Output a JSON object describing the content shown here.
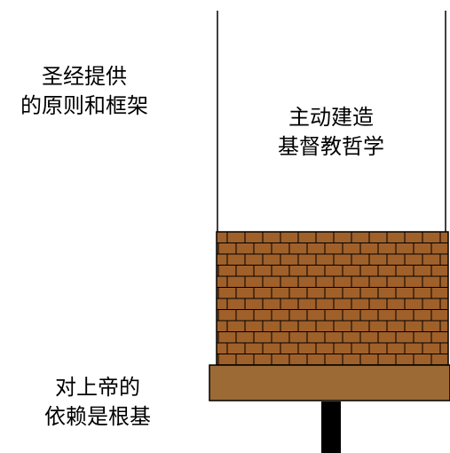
{
  "labels": {
    "scripture": {
      "line1": "圣经提供",
      "line2": "的原则和框架"
    },
    "building": {
      "line1": "主动建造",
      "line2": "基督教哲学"
    },
    "foundation": {
      "line1": "对上帝的",
      "line2": "依赖是根基"
    }
  },
  "colors": {
    "brick": "#a0602a",
    "mortar": "#000000",
    "base": "#9c6a35",
    "post": "#000000",
    "line": "#000000"
  }
}
